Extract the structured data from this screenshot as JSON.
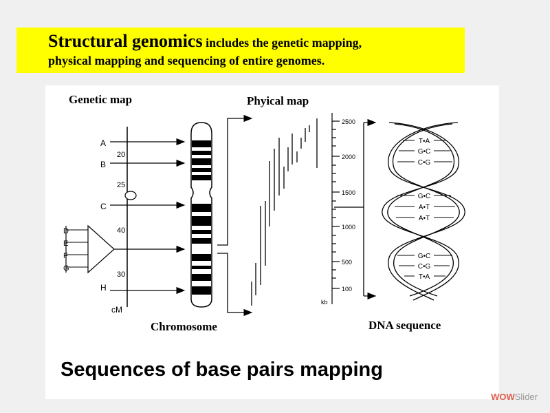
{
  "banner": {
    "title_big": "Structural genomics",
    "title_rest": " includes the genetic mapping,",
    "line2": "physical mapping and sequencing of entire genomes."
  },
  "diagram": {
    "genetic_map_label": "Genetic map",
    "physical_map_label": "Phyical map",
    "chromosome_label": "Chromosome",
    "dna_label": "DNA sequence",
    "footer": "Sequences of base pairs mapping",
    "unit_cm": "cM",
    "unit_kb": "kb",
    "markers": [
      "A",
      "B",
      "C",
      "D",
      "E",
      "F",
      "G",
      "H"
    ],
    "distances": [
      "20",
      "25",
      "40",
      "30"
    ],
    "kb_ticks": [
      "2500",
      "2000",
      "1500",
      "1000",
      "500",
      "100"
    ],
    "pairs": [
      "T•A",
      "G•C",
      "C•G",
      "G•C",
      "A•T",
      "A•T",
      "G•C",
      "C•G",
      "T•A"
    ]
  },
  "logo": {
    "wow": "WOW",
    "slider": "Slider"
  }
}
